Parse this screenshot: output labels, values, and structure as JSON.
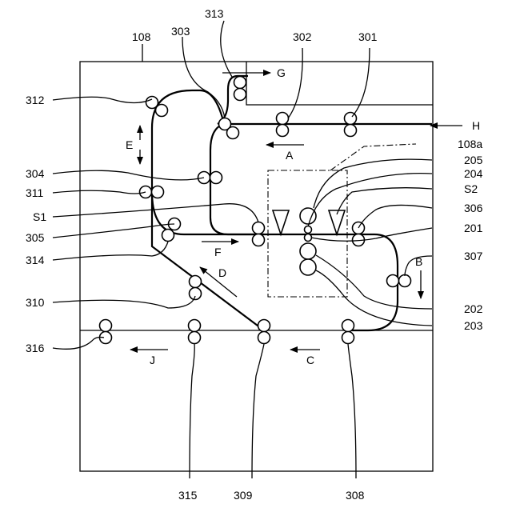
{
  "refs": {
    "r108": "108",
    "r313": "313",
    "r303": "303",
    "r302": "302",
    "r301": "301",
    "r312": "312",
    "r304": "304",
    "r311": "311",
    "rS1": "S1",
    "r305": "305",
    "r314": "314",
    "r310": "310",
    "r316": "316",
    "r108a": "108a",
    "r205": "205",
    "r204": "204",
    "rS2": "S2",
    "r306": "306",
    "r201": "201",
    "r307": "307",
    "r202": "202",
    "r203": "203",
    "r315": "315",
    "r309": "309",
    "r308": "308"
  },
  "arrows": {
    "G": "G",
    "H": "H",
    "A": "A",
    "E": "E",
    "F": "F",
    "D": "D",
    "B": "B",
    "C": "C",
    "J": "J"
  }
}
